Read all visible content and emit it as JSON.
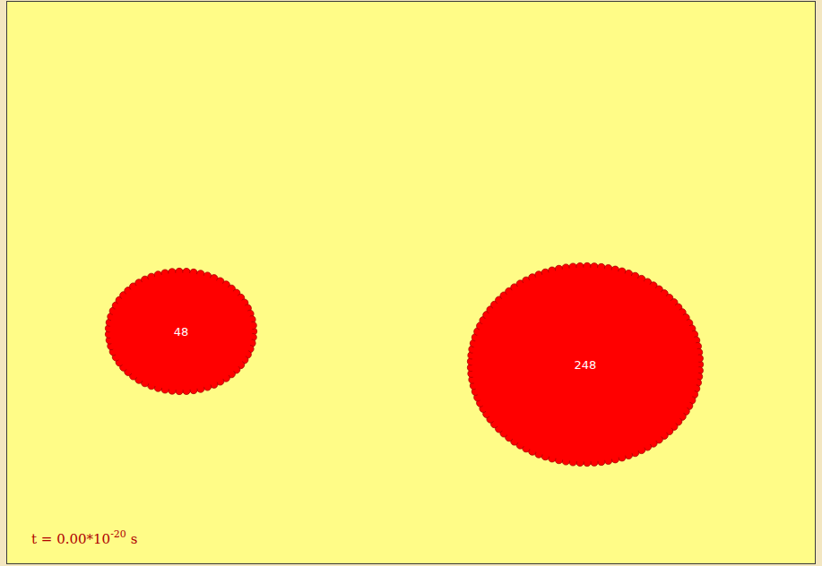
{
  "diagram": {
    "nodes": [
      {
        "text": [
          "48"
        ]
      },
      {
        "text": [
          "248"
        ]
      }
    ],
    "labels": [
      "t = 0.00*10",
      "-20",
      "s"
    ]
  }
}
